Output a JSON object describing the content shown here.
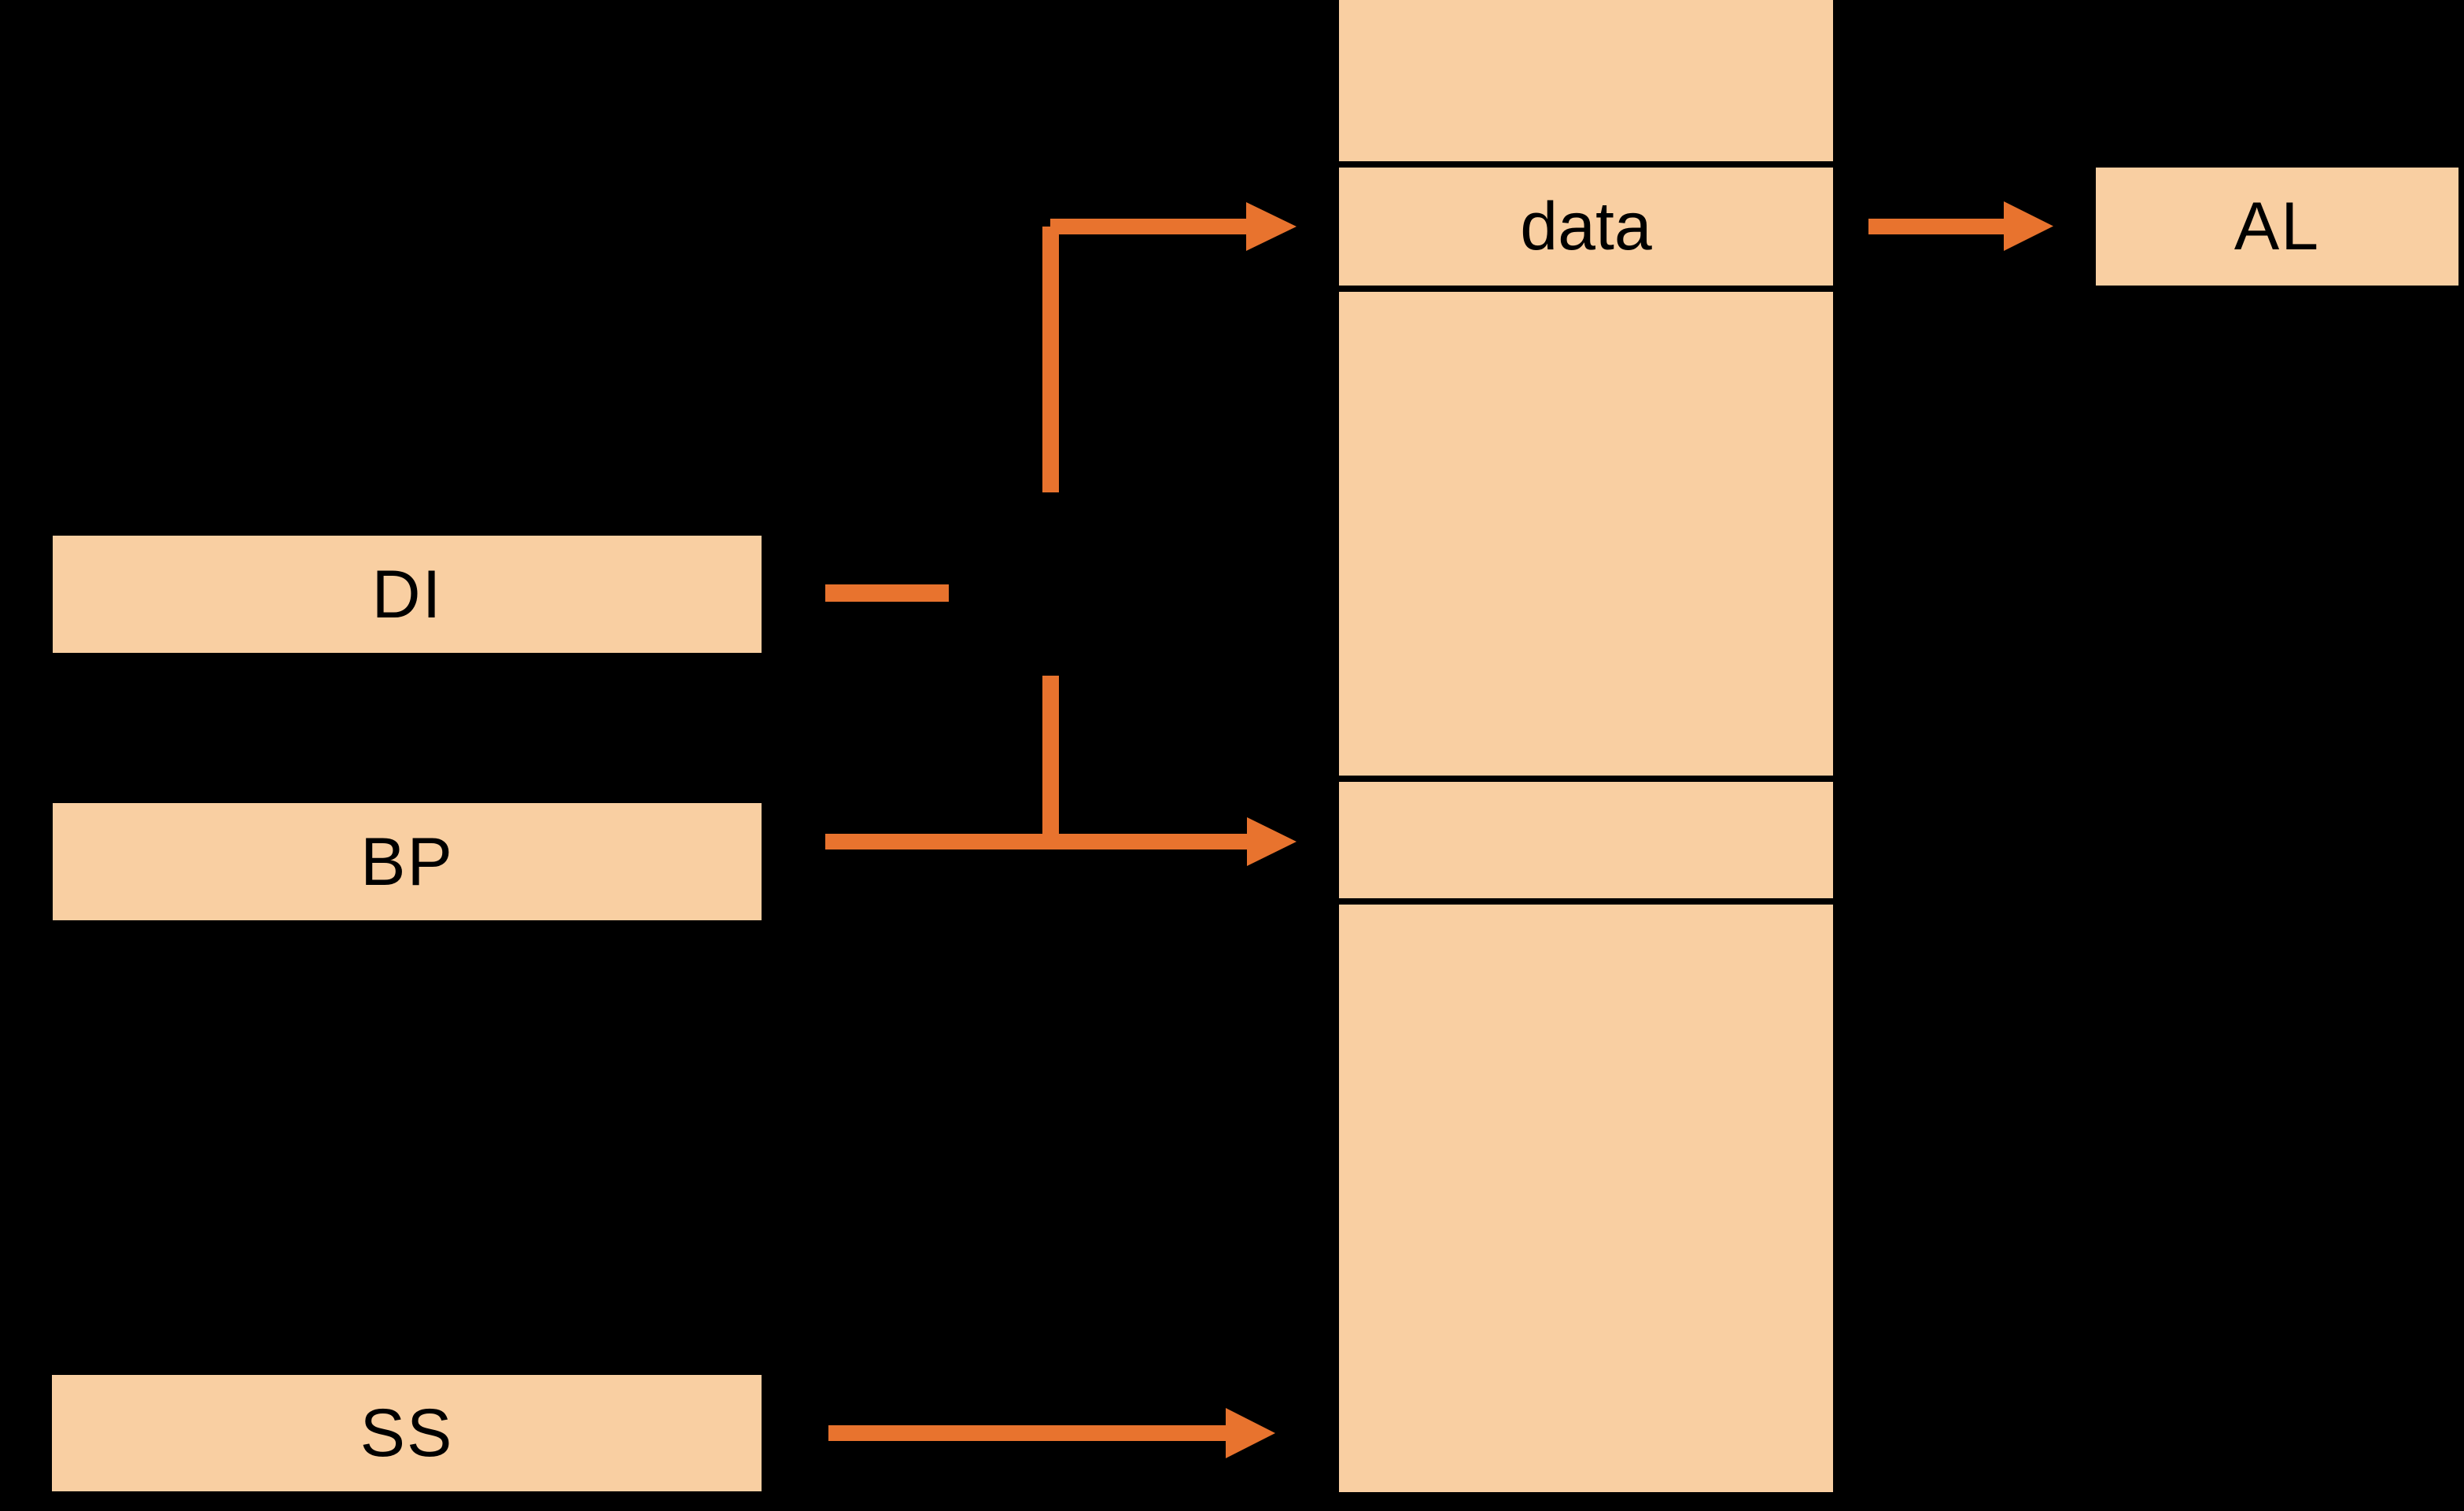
{
  "registers": {
    "di": "DI",
    "bp": "BP",
    "ss": "SS"
  },
  "memory": {
    "data_cell": "data"
  },
  "accumulator": {
    "label": "AL"
  },
  "colors": {
    "background": "#000000",
    "box_fill": "#F9CFA2",
    "connector_orange": "#E8732E",
    "divider_black": "#000000",
    "text": "#000000"
  }
}
